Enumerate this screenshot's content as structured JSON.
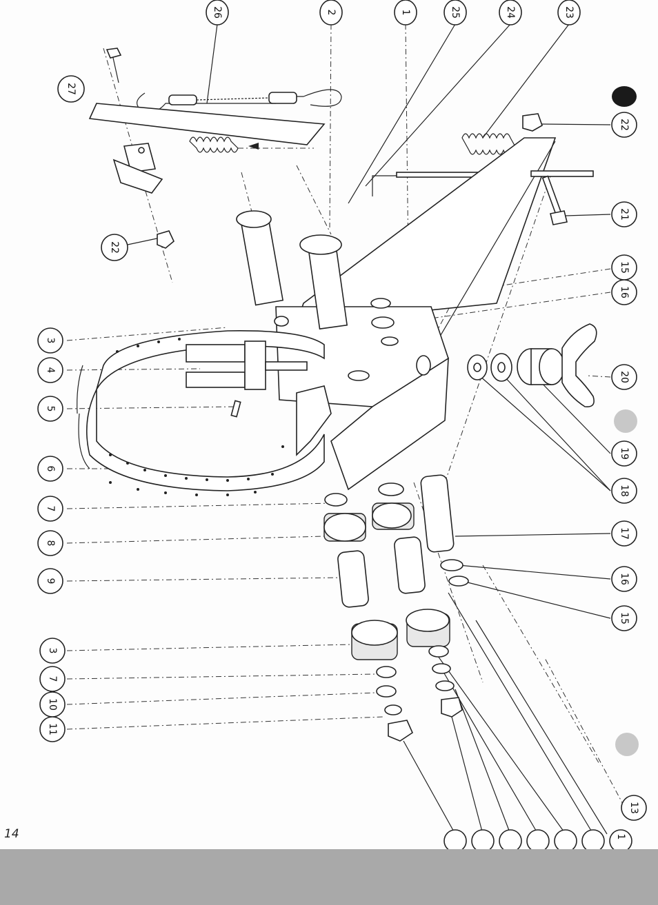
{
  "page": {
    "number": "14"
  },
  "colors": {
    "paper": "#fdfdfd",
    "ink": "#222222",
    "scanner_border": "#a9a9a9",
    "punch_hole": "#c8c8c8",
    "punch_hole_top": "#1a1a1a"
  },
  "callouts": {
    "top": [
      "26",
      "2",
      "1",
      "25",
      "24",
      "23"
    ],
    "right": [
      "22",
      "21",
      "15",
      "16",
      "20",
      "19",
      "18",
      "17",
      "16",
      "15",
      "13"
    ],
    "left": [
      "3",
      "4",
      "5",
      "6",
      "7",
      "8",
      "9",
      "3",
      "7",
      "10",
      "11"
    ],
    "upper_left": [
      "27",
      "22"
    ],
    "bottom": [
      "1"
    ]
  }
}
